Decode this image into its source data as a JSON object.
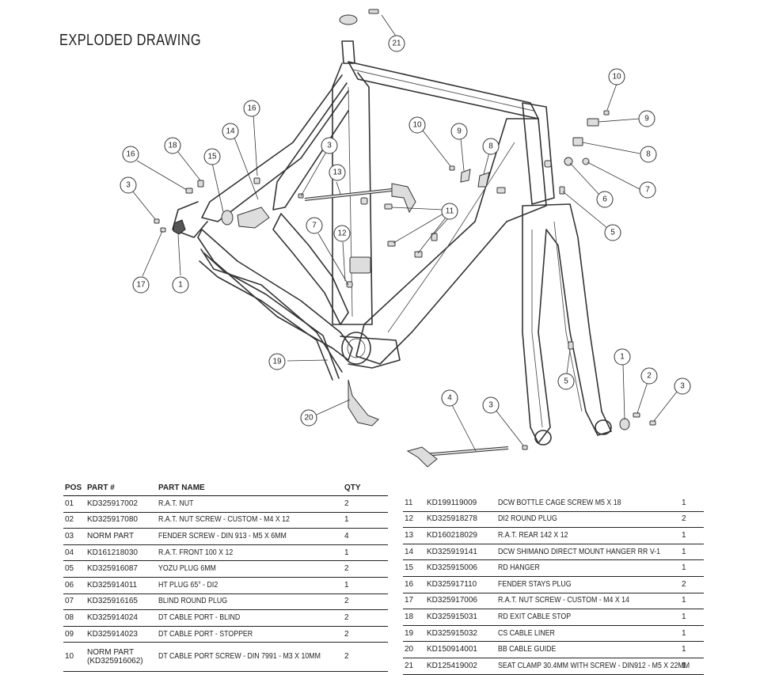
{
  "title": "EXPLODED DRAWING",
  "table": {
    "headers": {
      "pos": "POS",
      "part": "PART #",
      "name": "PART NAME",
      "qty": "QTY"
    },
    "left_rows": [
      {
        "pos": "01",
        "part": "KD325917002",
        "name": "R.A.T. NUT",
        "qty": "2"
      },
      {
        "pos": "02",
        "part": "KD325917080",
        "name": "R.A.T. NUT SCREW - CUSTOM - M4 X 12",
        "qty": "1"
      },
      {
        "pos": "03",
        "part": "NORM PART",
        "name": "FENDER SCREW - DIN 913 - M5 X 6MM",
        "qty": "4"
      },
      {
        "pos": "04",
        "part": "KD161218030",
        "name": "R.A.T. FRONT 100 X 12",
        "qty": "1"
      },
      {
        "pos": "05",
        "part": "KD325916087",
        "name": "YOZU PLUG 6MM",
        "qty": "2"
      },
      {
        "pos": "06",
        "part": "KD325914011",
        "name": "HT PLUG 65° - DI2",
        "qty": "1"
      },
      {
        "pos": "07",
        "part": "KD325916165",
        "name": "BLIND ROUND PLUG",
        "qty": "2"
      },
      {
        "pos": "08",
        "part": "KD325914024",
        "name": "DT CABLE PORT - BLIND",
        "qty": "2"
      },
      {
        "pos": "09",
        "part": "KD325914023",
        "name": "DT CABLE PORT - STOPPER",
        "qty": "2"
      },
      {
        "pos": "10",
        "part": "NORM PART",
        "part2": "(KD325916062)",
        "name": "DT CABLE PORT SCREW - DIN 7991 - M3 X 10MM",
        "qty": "2"
      }
    ],
    "right_rows": [
      {
        "pos": "11",
        "part": "KD199119009",
        "name": "DCW BOTTLE CAGE SCREW M5 X 18",
        "qty": "1"
      },
      {
        "pos": "12",
        "part": "KD325918278",
        "name": "DI2 ROUND PLUG",
        "qty": "2"
      },
      {
        "pos": "13",
        "part": "KD160218029",
        "name": "R.A.T. REAR 142 X 12",
        "qty": "1"
      },
      {
        "pos": "14",
        "part": "KD325919141",
        "name": "DCW SHIMANO DIRECT MOUNT HANGER RR V-1",
        "qty": "1"
      },
      {
        "pos": "15",
        "part": "KD325915006",
        "name": "RD HANGER",
        "qty": "1"
      },
      {
        "pos": "16",
        "part": "KD325917110",
        "name": "FENDER STAYS PLUG",
        "qty": "2"
      },
      {
        "pos": "17",
        "part": "KD325917006",
        "name": "R.A.T. NUT SCREW - CUSTOM - M4 X 14",
        "qty": "1"
      },
      {
        "pos": "18",
        "part": "KD325915031",
        "name": "RD EXIT CABLE STOP",
        "qty": "1"
      },
      {
        "pos": "19",
        "part": "KD325915032",
        "name": "CS CABLE LINER",
        "qty": "1"
      },
      {
        "pos": "20",
        "part": "KD150914001",
        "name": "BB CABLE GUIDE",
        "qty": "1"
      },
      {
        "pos": "21",
        "part": "KD125419002",
        "name": "SEAT CLAMP 30.4MM WITH SCREW - DIN912 - M5 X 22MM",
        "qty": "1"
      }
    ]
  },
  "callouts": [
    "21",
    "10",
    "9",
    "8",
    "7",
    "6",
    "5",
    "16",
    "14",
    "18",
    "15",
    "16",
    "3",
    "17",
    "1",
    "3",
    "13",
    "10",
    "9",
    "8",
    "11",
    "12",
    "7",
    "19",
    "20",
    "4",
    "3",
    "5",
    "1",
    "2",
    "3"
  ]
}
